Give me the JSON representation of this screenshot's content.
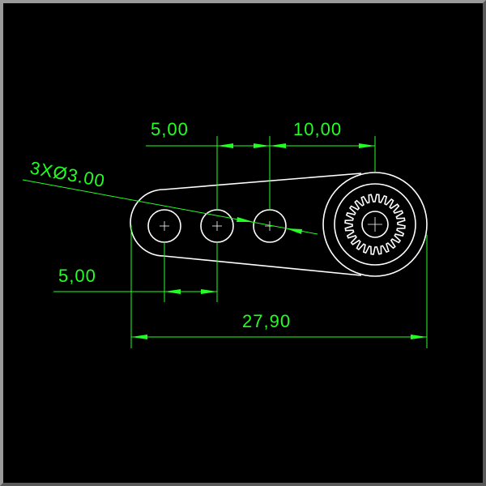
{
  "drawing": {
    "background_color": "#000000",
    "geometry_color": "#ffffff",
    "dimension_color": "#22ff22",
    "dimensions": {
      "top_left": "5,00",
      "top_right": "10,00",
      "hole_callout": "3XØ3.00",
      "bottom_left": "5,00",
      "overall": "27,90"
    }
  }
}
